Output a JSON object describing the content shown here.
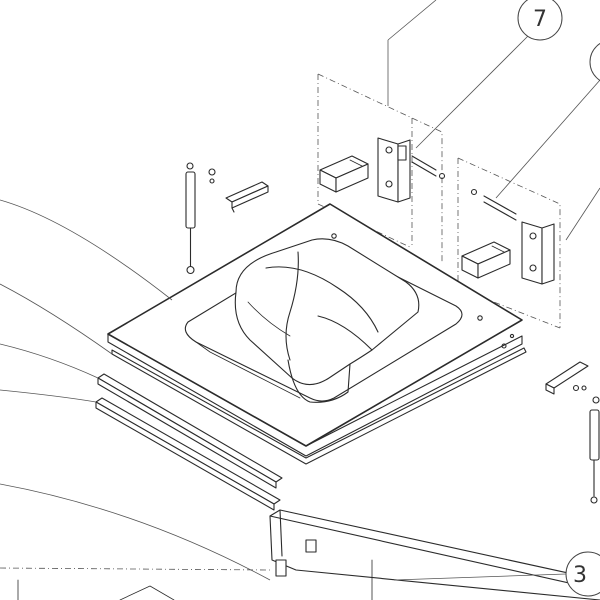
{
  "callouts": [
    {
      "id": "callout-7",
      "label": "7"
    },
    {
      "id": "callout-3",
      "label": "3"
    }
  ]
}
